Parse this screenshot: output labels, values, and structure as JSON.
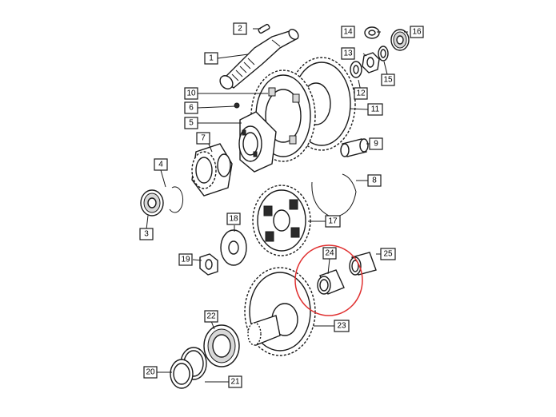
{
  "callouts": {
    "c1": "1",
    "c2": "2",
    "c3": "3",
    "c4": "4",
    "c5": "5",
    "c6": "6",
    "c7": "7",
    "c8": "8",
    "c9": "9",
    "c10": "10",
    "c11": "11",
    "c12": "12",
    "c13": "13",
    "c14": "14",
    "c15": "15",
    "c16": "16",
    "c17": "17",
    "c18": "18",
    "c19": "19",
    "c20": "20",
    "c21": "21",
    "c22": "22",
    "c23": "23",
    "c24": "24",
    "c25": "25"
  },
  "colors": {
    "line": "#1a1a1a",
    "highlight_circle": "#e03030",
    "background": "#ffffff"
  }
}
